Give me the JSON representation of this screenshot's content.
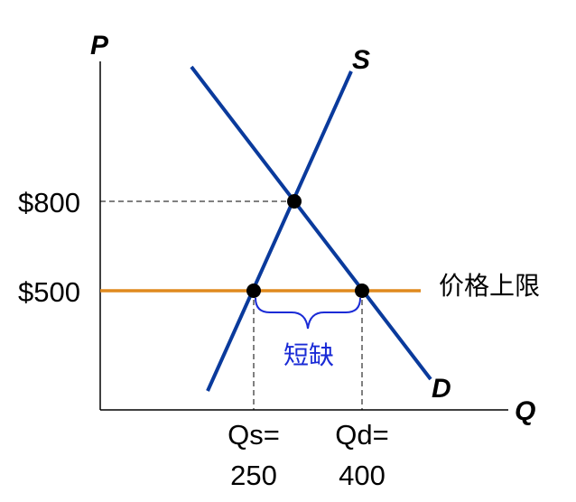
{
  "chart_data": {
    "type": "line",
    "axes": {
      "y_label": "P",
      "x_label": "Q"
    },
    "series": [
      {
        "name": "S",
        "color": "#0a3a9c"
      },
      {
        "name": "D",
        "color": "#0a3a9c"
      }
    ],
    "price_ceiling": {
      "label": "价格上限",
      "price_label": "$500",
      "color": "#e08a1e"
    },
    "equilibrium": {
      "price_label": "$800"
    },
    "quantities": {
      "qs": {
        "label": "Qs=",
        "value": "250"
      },
      "qd": {
        "label": "Qd=",
        "value": "400"
      }
    },
    "shortage_label": "短缺",
    "brace_color": "#1a2bd6",
    "point_color": "#000000"
  }
}
